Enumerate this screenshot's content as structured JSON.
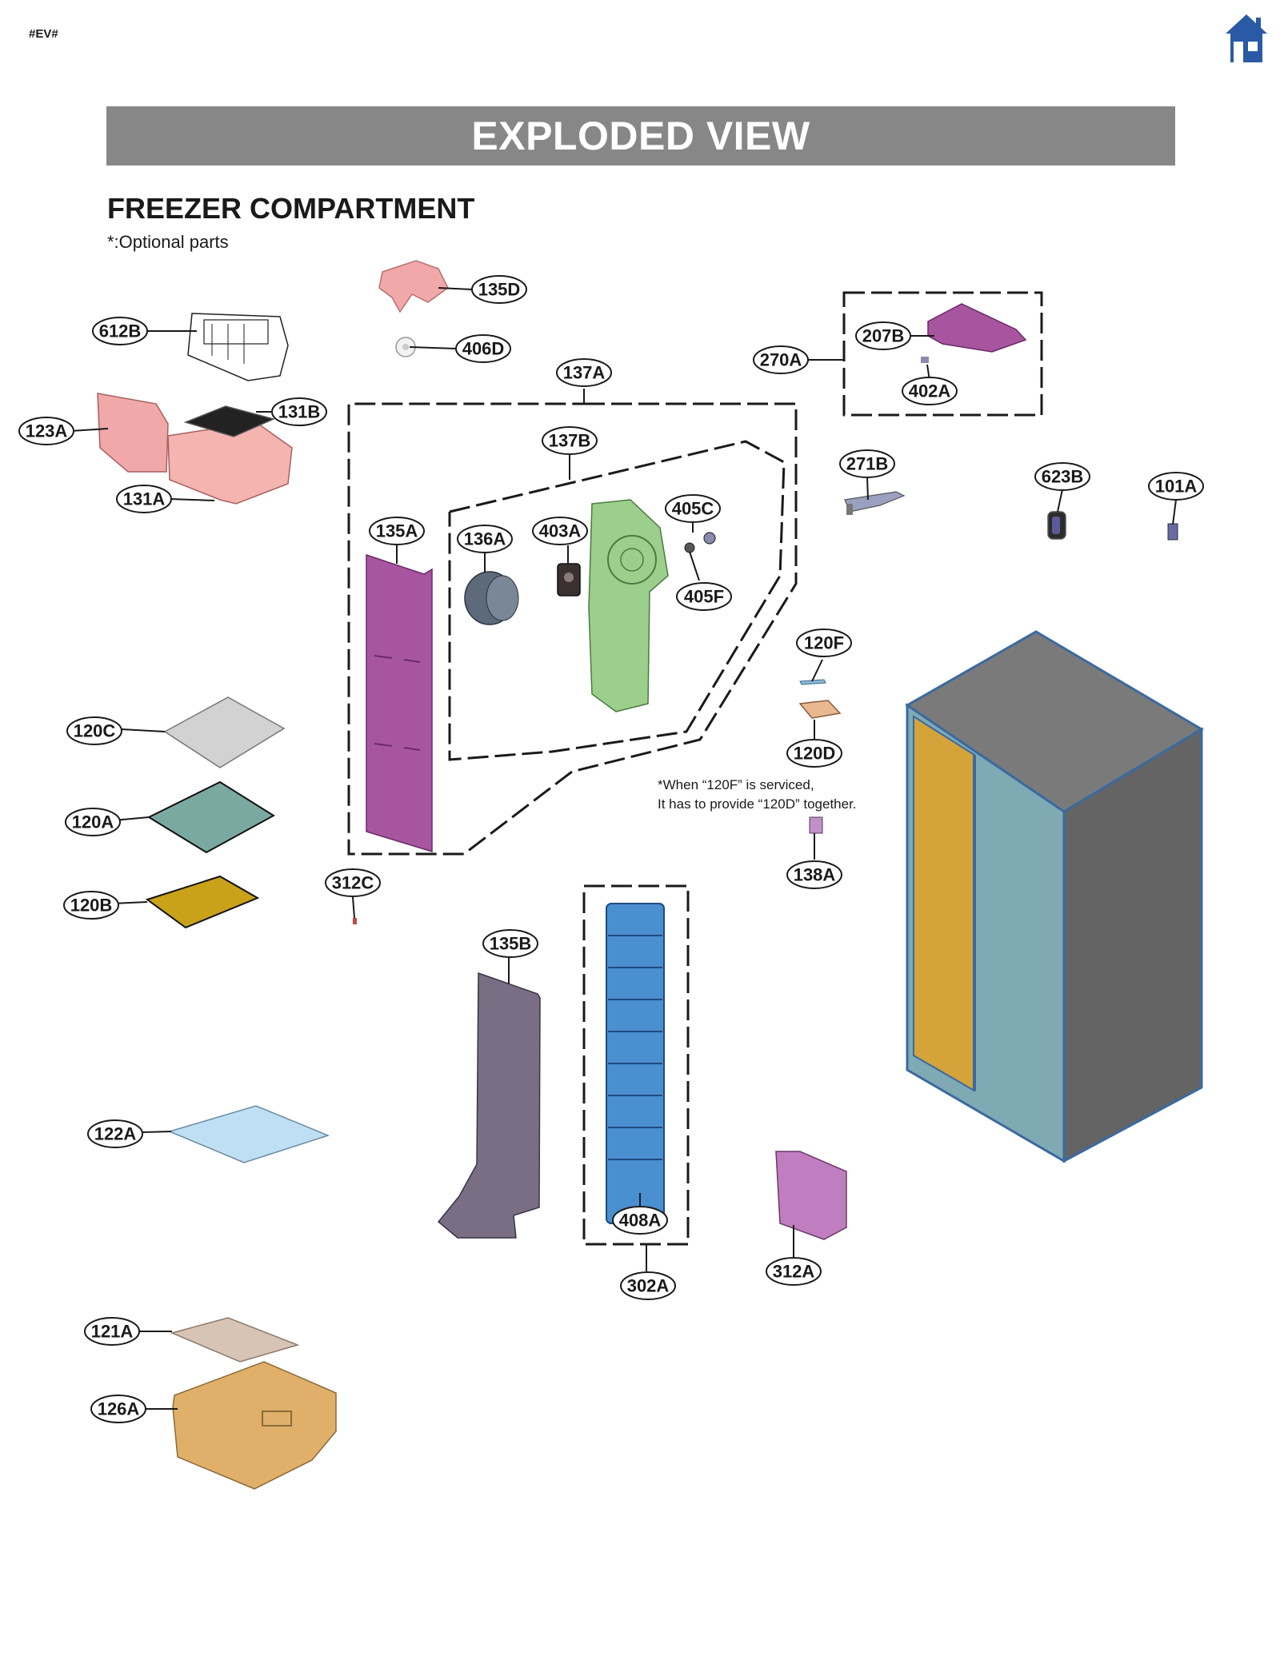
{
  "header": {
    "tag": "#EV#",
    "home_icon": "home-icon",
    "banner_title": "EXPLODED VIEW"
  },
  "section": {
    "title": "FREEZER COMPARTMENT",
    "optional_note": "*:Optional parts"
  },
  "service_note": {
    "line1": "*When “120F” is serviced,",
    "line2": "It has to provide “120D” together."
  },
  "callouts": {
    "c135D": "135D",
    "c406D": "406D",
    "c612B": "612B",
    "c131B": "131B",
    "c123A": "123A",
    "c131A": "131A",
    "c137A": "137A",
    "c137B": "137B",
    "c270A": "270A",
    "c207B": "207B",
    "c402A": "402A",
    "c271B": "271B",
    "c623B": "623B",
    "c101A": "101A",
    "c135A": "135A",
    "c136A": "136A",
    "c403A": "403A",
    "c405C": "405C",
    "c405F": "405F",
    "c120F": "120F",
    "c120D": "120D",
    "c120C": "120C",
    "c120A": "120A",
    "c120B": "120B",
    "c312C": "312C",
    "c138A": "138A",
    "c135B": "135B",
    "c122A": "122A",
    "c408A": "408A",
    "c302A": "302A",
    "c312A": "312A",
    "c121A": "121A",
    "c126A": "126A"
  },
  "colors": {
    "banner": "#878787",
    "home_icon": "#2a5aa6",
    "pink_part": "#f0a8a8",
    "magenta_part": "#a855a0",
    "green_part": "#9ccf8c",
    "shelf_teal": "#7aa9a2",
    "shelf_gold": "#c9a21a",
    "evaporator": "#4a8fd0",
    "bin": "#e0b06a",
    "cabinet_gray": "#6c6c6c",
    "cabinet_inner": "#d4a43a"
  }
}
